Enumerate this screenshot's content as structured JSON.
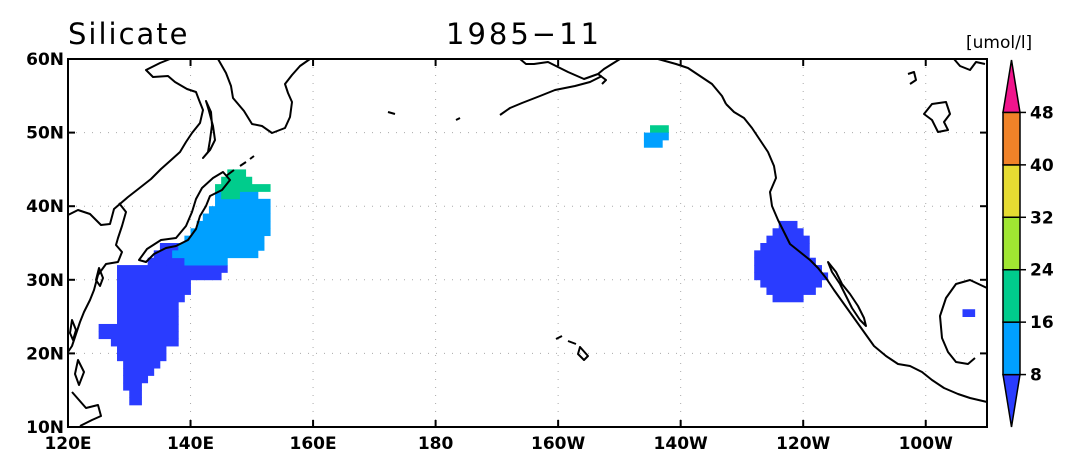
{
  "title": {
    "variable": "Silicate",
    "date": "1985−11"
  },
  "map": {
    "lon_range": [
      120,
      270
    ],
    "lat_range": [
      10,
      60
    ],
    "lon_ticks": [
      {
        "value": 120,
        "label": "120E"
      },
      {
        "value": 140,
        "label": "140E"
      },
      {
        "value": 160,
        "label": "160E"
      },
      {
        "value": 180,
        "label": "180"
      },
      {
        "value": 200,
        "label": "160W"
      },
      {
        "value": 220,
        "label": "140W"
      },
      {
        "value": 240,
        "label": "120W"
      },
      {
        "value": 260,
        "label": "100W"
      }
    ],
    "lat_ticks": [
      {
        "value": 10,
        "label": "10N"
      },
      {
        "value": 20,
        "label": "20N"
      },
      {
        "value": 30,
        "label": "30N"
      },
      {
        "value": 40,
        "label": "40N"
      },
      {
        "value": 50,
        "label": "50N"
      },
      {
        "value": 60,
        "label": "60N"
      }
    ],
    "grid": "dotted"
  },
  "colorbar": {
    "unit": "[umol/l]",
    "labels": [
      "8",
      "16",
      "24",
      "32",
      "40",
      "48"
    ],
    "bins": [
      {
        "range": "<8",
        "color": "#2a3cff"
      },
      {
        "range": "8-16",
        "color": "#00a0ff"
      },
      {
        "range": "16-24",
        "color": "#00cc8c"
      },
      {
        "range": "24-32",
        "color": "#a0e632"
      },
      {
        "range": "32-40",
        "color": "#e6dc32"
      },
      {
        "range": "40-48",
        "color": "#f08228"
      },
      {
        "range": ">48",
        "color": "#f0148c"
      }
    ]
  },
  "data_regions": [
    {
      "name": "philippine-sea",
      "bin": 0,
      "cells": [
        [
          31,
          128,
          136
        ],
        [
          30,
          128,
          138
        ],
        [
          29,
          128,
          139
        ],
        [
          28,
          128,
          139
        ],
        [
          27,
          128,
          138
        ],
        [
          26,
          128,
          137
        ],
        [
          25,
          128,
          137
        ],
        [
          24,
          128,
          137
        ],
        [
          23,
          125,
          137
        ],
        [
          22,
          125,
          137
        ],
        [
          21,
          127,
          137
        ],
        [
          20,
          128,
          135
        ],
        [
          19,
          128,
          135
        ],
        [
          18,
          129,
          134
        ],
        [
          17,
          129,
          133
        ],
        [
          16,
          129,
          132
        ],
        [
          15,
          129,
          131
        ],
        [
          14,
          130,
          131
        ],
        [
          13,
          130,
          131
        ]
      ]
    },
    {
      "name": "kuroshio-south",
      "bin": 0,
      "cells": [
        [
          34,
          135,
          140
        ],
        [
          33,
          134,
          141
        ],
        [
          32,
          133,
          143
        ],
        [
          31,
          136,
          145
        ],
        [
          30,
          137,
          144
        ]
      ]
    },
    {
      "name": "kuroshio-east",
      "bin": 1,
      "cells": [
        [
          41,
          144,
          150
        ],
        [
          40,
          144,
          152
        ],
        [
          39,
          143,
          152
        ],
        [
          38,
          142,
          152
        ],
        [
          37,
          141,
          152
        ],
        [
          36,
          140,
          152
        ],
        [
          35,
          139,
          151
        ],
        [
          34,
          138,
          151
        ],
        [
          33,
          137,
          150
        ],
        [
          32,
          139,
          145
        ]
      ]
    },
    {
      "name": "kuroshio-north",
      "bin": 2,
      "cells": [
        [
          44,
          146,
          148
        ],
        [
          43,
          145,
          149
        ],
        [
          42,
          144,
          152
        ],
        [
          41,
          145,
          147
        ]
      ]
    },
    {
      "name": "gulf-of-alaska-upper",
      "bin": 2,
      "cells": [
        [
          50,
          215,
          217
        ]
      ]
    },
    {
      "name": "gulf-of-alaska",
      "bin": 1,
      "cells": [
        [
          49,
          214,
          217
        ],
        [
          48,
          214,
          216
        ]
      ]
    },
    {
      "name": "california-offshore",
      "bin": 0,
      "cells": [
        [
          37,
          236,
          238
        ],
        [
          36,
          235,
          239
        ],
        [
          35,
          234,
          240
        ],
        [
          34,
          233,
          240
        ],
        [
          33,
          232,
          240
        ],
        [
          32,
          232,
          241
        ],
        [
          31,
          232,
          242
        ],
        [
          30,
          232,
          243
        ],
        [
          29,
          233,
          242
        ],
        [
          28,
          234,
          241
        ],
        [
          27,
          235,
          239
        ]
      ]
    },
    {
      "name": "gulf-of-mexico",
      "bin": 0,
      "cells": [
        [
          25,
          266,
          267
        ]
      ]
    }
  ]
}
